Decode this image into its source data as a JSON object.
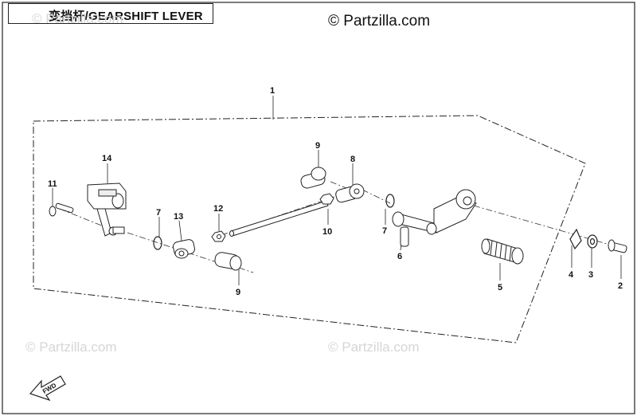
{
  "header": {
    "title": "变挡杆/GEARSHIFT LEVER",
    "copyright": "© Partzilla.com"
  },
  "watermarks": [
    "© Partzilla.com",
    "© Partzilla.com",
    "© Partzilla.com"
  ],
  "fwd_label": "FWD",
  "callouts": {
    "c1": "1",
    "c2": "2",
    "c3": "3",
    "c4": "4",
    "c5": "5",
    "c6": "6",
    "c7a": "7",
    "c7b": "7",
    "c8": "8",
    "c9a": "9",
    "c9b": "9",
    "c10": "10",
    "c11": "11",
    "c12": "12",
    "c13": "13",
    "c14": "14"
  },
  "colors": {
    "line": "#222222",
    "frame": "#1a1a1a",
    "watermark": "#d6d6d6"
  }
}
